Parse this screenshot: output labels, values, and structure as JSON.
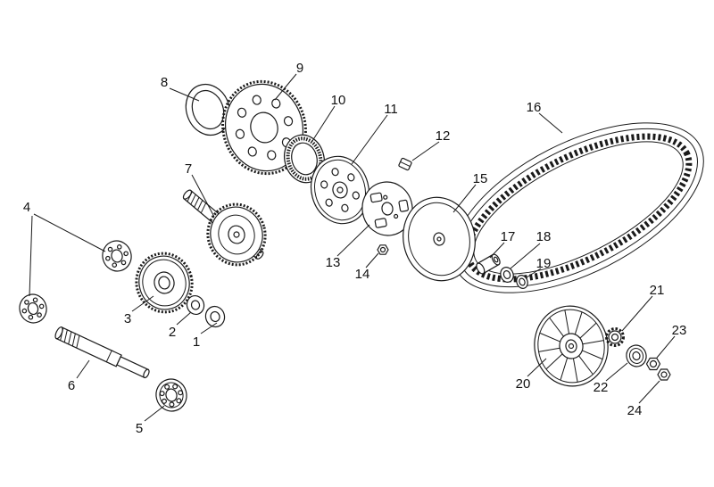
{
  "figure": {
    "name": "transmission-variator-exploded-parts-diagram",
    "colors": {
      "background": "#ffffff",
      "line": "#1a1a1a"
    },
    "labels": [
      {
        "text": "1"
      },
      {
        "text": "2"
      },
      {
        "text": "3"
      },
      {
        "text": "4"
      },
      {
        "text": "5"
      },
      {
        "text": "6"
      },
      {
        "text": "7"
      },
      {
        "text": "8"
      },
      {
        "text": "9"
      },
      {
        "text": "10"
      },
      {
        "text": "11"
      },
      {
        "text": "12"
      },
      {
        "text": "13"
      },
      {
        "text": "14"
      },
      {
        "text": "15"
      },
      {
        "text": "16"
      },
      {
        "text": "17"
      },
      {
        "text": "18"
      },
      {
        "text": "19"
      },
      {
        "text": "20"
      },
      {
        "text": "21"
      },
      {
        "text": "22"
      },
      {
        "text": "23"
      },
      {
        "text": "24"
      }
    ]
  }
}
